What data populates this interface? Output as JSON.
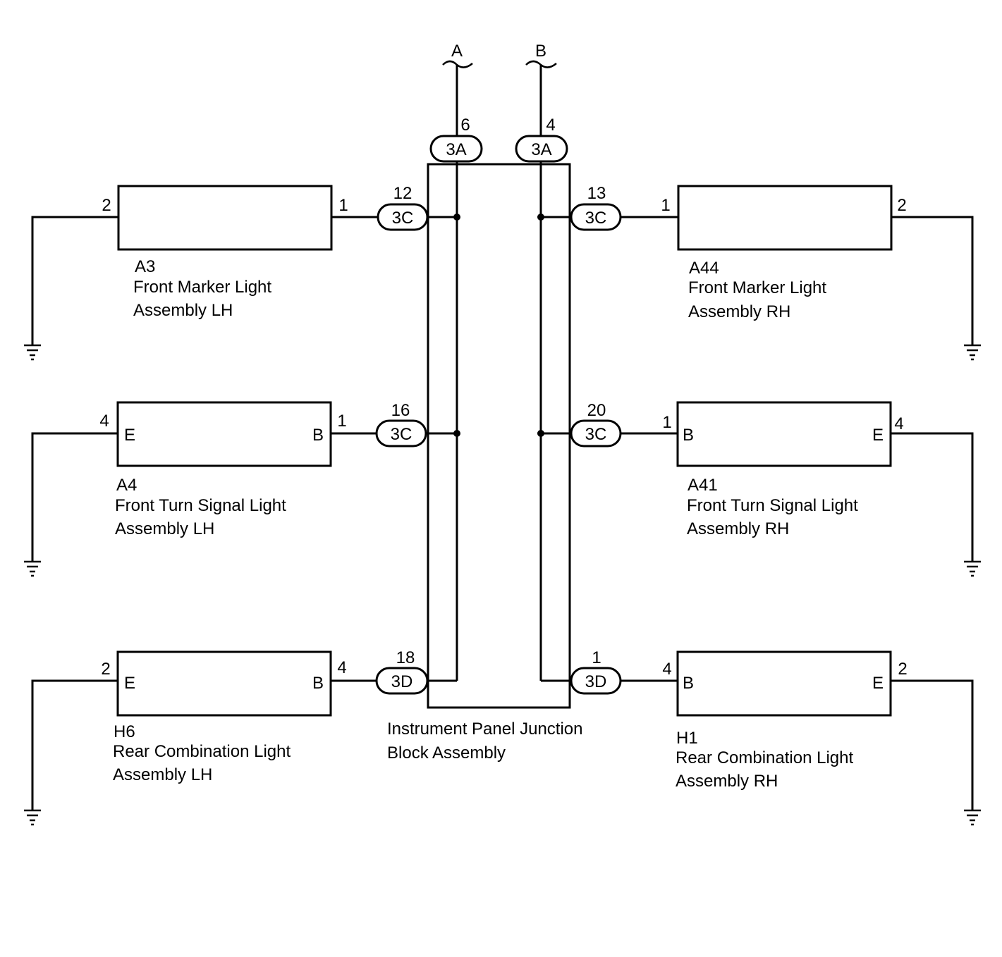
{
  "feeds": [
    {
      "label": "A",
      "pin": "6",
      "connector": "3A"
    },
    {
      "label": "B",
      "pin": "4",
      "connector": "3A"
    }
  ],
  "junction_block": {
    "name_line1": "Instrument Panel Junction",
    "name_line2": "Block Assembly"
  },
  "components": [
    {
      "id": "A3",
      "line1": "Front Marker Light",
      "line2": "Assembly LH",
      "ground_pin": "2",
      "feed_pin": "1",
      "conn_pin": "12",
      "connector": "3C",
      "left_terminal": "",
      "right_terminal": ""
    },
    {
      "id": "A4",
      "line1": "Front Turn Signal Light",
      "line2": "Assembly LH",
      "ground_pin": "4",
      "feed_pin": "1",
      "conn_pin": "16",
      "connector": "3C",
      "left_terminal": "E",
      "right_terminal": "B"
    },
    {
      "id": "H6",
      "line1": "Rear Combination Light",
      "line2": "Assembly LH",
      "ground_pin": "2",
      "feed_pin": "4",
      "conn_pin": "18",
      "connector": "3D",
      "left_terminal": "E",
      "right_terminal": "B"
    },
    {
      "id": "A44",
      "line1": "Front Marker Light",
      "line2": "Assembly RH",
      "ground_pin": "2",
      "feed_pin": "1",
      "conn_pin": "13",
      "connector": "3C",
      "left_terminal": "",
      "right_terminal": ""
    },
    {
      "id": "A41",
      "line1": "Front Turn Signal Light",
      "line2": "Assembly RH",
      "ground_pin": "4",
      "feed_pin": "1",
      "conn_pin": "20",
      "connector": "3C",
      "left_terminal": "B",
      "right_terminal": "E"
    },
    {
      "id": "H1",
      "line1": "Rear Combination Light",
      "line2": "Assembly RH",
      "ground_pin": "2",
      "feed_pin": "4",
      "conn_pin": "1",
      "connector": "3D",
      "left_terminal": "B",
      "right_terminal": "E"
    }
  ]
}
